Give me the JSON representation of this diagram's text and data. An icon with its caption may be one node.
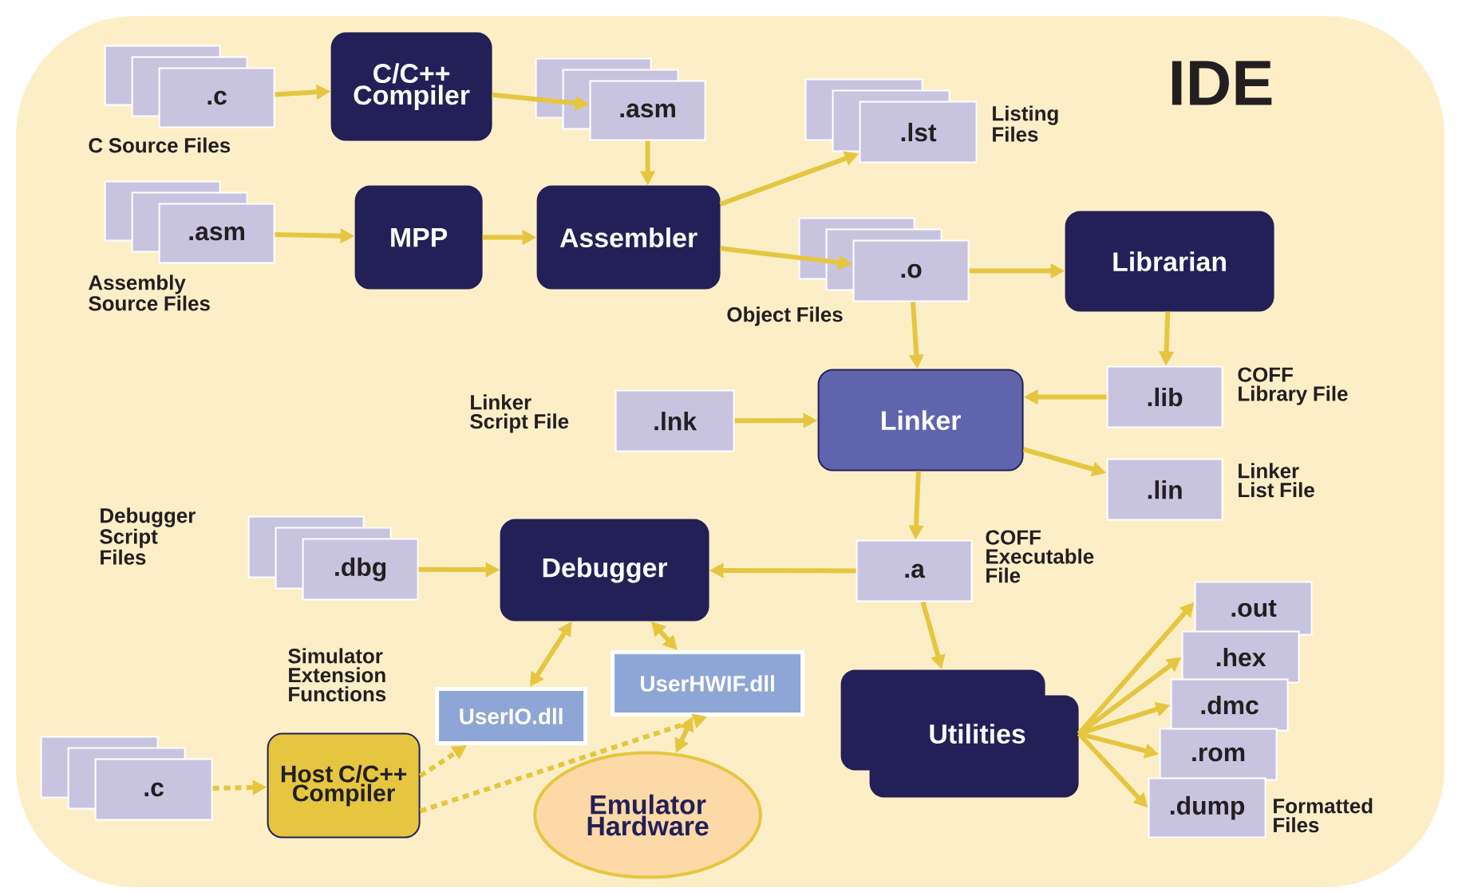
{
  "diagram": {
    "nodes": [
      {
        "text": [
          "IDE"
        ]
      },
      {
        "text": [
          ".c"
        ],
        "in": 0,
        "beside": [
          "C Source Files"
        ]
      },
      {
        "text": [
          "C/C++ Compiler"
        ],
        "in": 0
      },
      {
        "text": [
          ".asm"
        ],
        "in": 0
      },
      {
        "text": [
          ".lst"
        ],
        "in": 0,
        "beside": [
          "Listing Files"
        ]
      },
      {
        "text": [
          ".asm"
        ],
        "in": 0,
        "beside": [
          "Assembly Source Files"
        ]
      },
      {
        "text": [
          "MPP"
        ],
        "in": 0
      },
      {
        "text": [
          "Assembler"
        ],
        "in": 0
      },
      {
        "text": [
          ".o"
        ],
        "in": 0,
        "beside": [
          "Object Files"
        ]
      },
      {
        "text": [
          "Librarian"
        ],
        "in": 0
      },
      {
        "text": [
          ".lnk"
        ],
        "in": 0,
        "beside": [
          "Linker Script File"
        ]
      },
      {
        "text": [
          "Linker"
        ],
        "in": 0
      },
      {
        "text": [
          ".lib"
        ],
        "in": 0,
        "beside": [
          "COFF Library File"
        ]
      },
      {
        "text": [
          ".lin"
        ],
        "in": 0,
        "beside": [
          "Linker List File"
        ]
      },
      {
        "text": [
          ".dbg"
        ],
        "in": 0,
        "beside": [
          "Debugger Script Files"
        ]
      },
      {
        "text": [
          "Debugger"
        ],
        "in": 0
      },
      {
        "text": [
          ".a"
        ],
        "in": 0,
        "beside": [
          "COFF Executable File"
        ]
      },
      {
        "text": [
          ".out"
        ],
        "in": 0
      },
      {
        "text": [
          ".hex"
        ],
        "in": 0
      },
      {
        "text": [
          "UserHWIF.dll"
        ],
        "in": 0
      },
      {
        "text": [
          ".dmc"
        ],
        "in": 0
      },
      {
        "text": [
          "UserIO.dll"
        ],
        "in": 0
      },
      {
        "text": [
          "Utilities"
        ],
        "in": 0
      },
      {
        "text": [
          ".rom"
        ],
        "in": 0
      },
      {
        "text": [
          ".c"
        ],
        "in": 0
      },
      {
        "text": [
          "Host C/C++ Compiler"
        ],
        "in": 0
      },
      {
        "text": [
          ".dump"
        ],
        "in": 0
      },
      {
        "text": [
          "Emulator Hardware"
        ],
        "in": 0
      }
    ],
    "edges": [
      {
        "from": 1,
        "to": 2,
        "arrow": "to"
      },
      {
        "from": 2,
        "to": 3,
        "arrow": "to"
      },
      {
        "from": 3,
        "to": 7,
        "arrow": "to"
      },
      {
        "from": 5,
        "to": 6,
        "arrow": "to"
      },
      {
        "from": 6,
        "to": 7,
        "arrow": "to"
      },
      {
        "from": 7,
        "to": 4,
        "arrow": "to"
      },
      {
        "from": 7,
        "to": 8,
        "arrow": "to"
      },
      {
        "from": 8,
        "to": 9,
        "arrow": "to"
      },
      {
        "from": 8,
        "to": 11,
        "arrow": "to"
      },
      {
        "from": 9,
        "to": 12,
        "arrow": "to"
      },
      {
        "from": 12,
        "to": 11,
        "arrow": "to"
      },
      {
        "from": 10,
        "to": 11,
        "arrow": "to"
      },
      {
        "from": 11,
        "to": 13,
        "arrow": "to"
      },
      {
        "from": 11,
        "to": 16,
        "arrow": "to"
      },
      {
        "from": 16,
        "to": 15,
        "arrow": "to"
      },
      {
        "from": 14,
        "to": 15,
        "arrow": "to"
      },
      {
        "from": 16,
        "to": 22,
        "arrow": "to"
      },
      {
        "from": 22,
        "to": 17,
        "arrow": "to"
      },
      {
        "from": 22,
        "to": 18,
        "arrow": "to"
      },
      {
        "from": 22,
        "to": 20,
        "arrow": "to"
      },
      {
        "from": 22,
        "to": 23,
        "arrow": "to"
      },
      {
        "from": 22,
        "to": 26,
        "arrow": "to"
      },
      {
        "from": 15,
        "to": 21,
        "arrow": "both"
      },
      {
        "from": 15,
        "to": 19,
        "arrow": "both"
      },
      {
        "from": 19,
        "to": 27,
        "arrow": "both"
      },
      {
        "from": 24,
        "to": 25,
        "arrow": "to",
        "style": "dashed"
      },
      {
        "from": 25,
        "to": 21,
        "arrow": "to",
        "style": "dashed"
      },
      {
        "from": 25,
        "to": 19,
        "arrow": "to",
        "style": "dashed"
      }
    ],
    "labels": [
      "Simulator Extension Functions",
      "Formatted Files"
    ]
  }
}
